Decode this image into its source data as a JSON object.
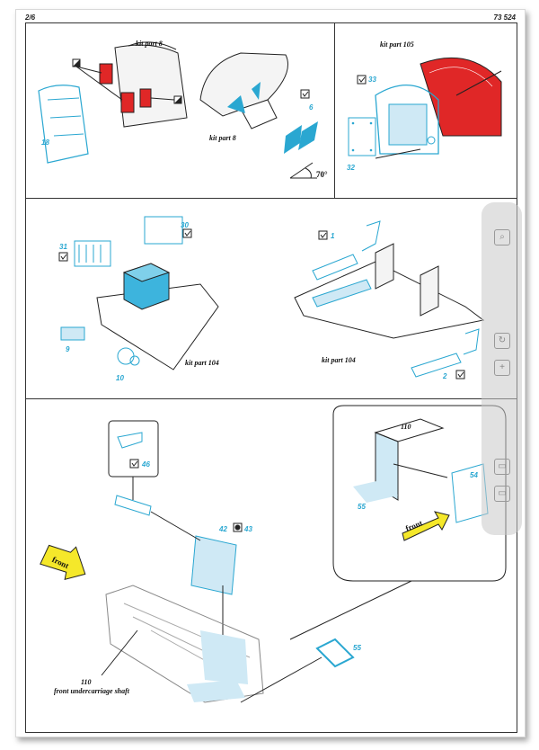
{
  "header": {
    "page": "2/6",
    "code": "73 524"
  },
  "panel1": {
    "kit_part_8_top": "kit part 8",
    "kit_part_8_mid": "kit part 8",
    "kit_part_105": "kit part 105",
    "parts": [
      "18",
      "6",
      "33",
      "32"
    ],
    "angle": "70°"
  },
  "panel2": {
    "parts": [
      "30",
      "31",
      "9",
      "10",
      "1",
      "2"
    ],
    "kit_part_104_left": "kit part 104",
    "kit_part_104_right": "kit part 104"
  },
  "panel3": {
    "parts": [
      "46",
      "42",
      "43",
      "55",
      "54",
      "55"
    ],
    "label_110_inset": "110",
    "label_110": "110",
    "shaft": "front undercarriage shaft",
    "front": "front"
  },
  "colors": {
    "photo_etch": "#2aa7d1",
    "kit_red": "#e02727",
    "arrow_yellow": "#f5e82a"
  }
}
